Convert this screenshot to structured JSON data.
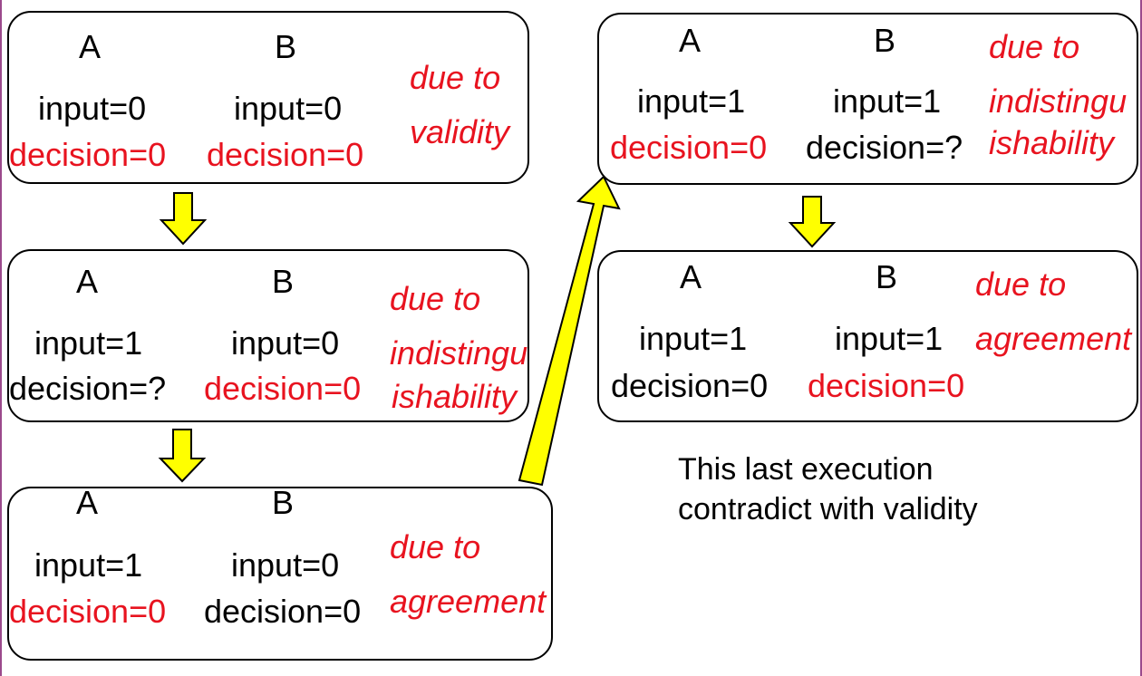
{
  "boxes": [
    {
      "procA": "A",
      "procB": "B",
      "a_input": "input=0",
      "b_input": "input=0",
      "a_decision": "decision=0",
      "b_decision": "decision=0",
      "reason": [
        "due to",
        "validity"
      ]
    },
    {
      "procA": "A",
      "procB": "B",
      "a_input": "input=1",
      "b_input": "input=0",
      "a_decision": "decision=?",
      "b_decision": "decision=0",
      "reason": [
        "due to",
        "indistingu",
        "ishability"
      ]
    },
    {
      "procA": "A",
      "procB": "B",
      "a_input": "input=1",
      "b_input": "input=0",
      "a_decision": "decision=0",
      "b_decision": "decision=0",
      "reason": [
        "due to",
        "agreement"
      ]
    },
    {
      "procA": "A",
      "procB": "B",
      "a_input": "input=1",
      "b_input": "input=1",
      "a_decision": "decision=0",
      "b_decision": "decision=?",
      "reason": [
        "due to",
        "indistingu",
        "ishability"
      ]
    },
    {
      "procA": "A",
      "procB": "B",
      "a_input": "input=1",
      "b_input": "input=1",
      "a_decision": "decision=0",
      "b_decision": "decision=0",
      "reason": [
        "due to",
        "agreement"
      ]
    }
  ],
  "note": {
    "line1": "This last execution",
    "line2": "contradict with validity"
  },
  "colors": {
    "highlight": "#e8131f",
    "arrow_fill": "#ffff00",
    "frame": "#9b4a8c"
  }
}
